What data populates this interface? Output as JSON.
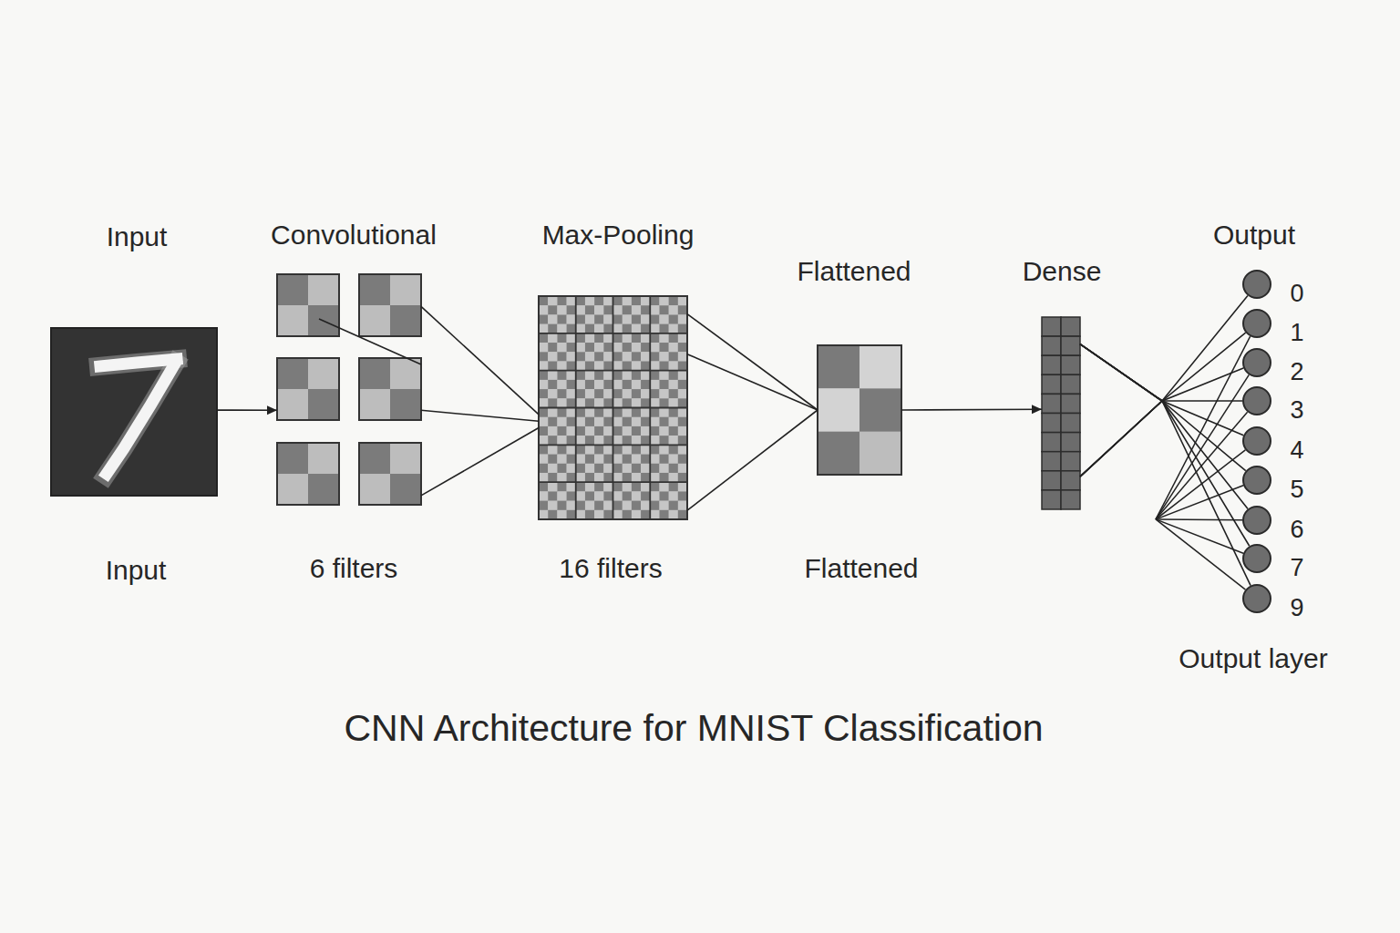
{
  "diagram": {
    "caption": "CNN Architecture for MNIST Classification",
    "nodes": [
      {
        "text": [
          "Input",
          "Input"
        ]
      },
      {
        "text": [
          "Convolutional",
          "6 filters"
        ]
      },
      {
        "text": [
          "Max-Pooling",
          "16 filters"
        ]
      },
      {
        "text": [
          "Flattened",
          "Flattened"
        ]
      },
      {
        "text": [
          "Dense"
        ]
      },
      {
        "text": [
          "0"
        ]
      },
      {
        "text": [
          "1"
        ]
      },
      {
        "text": [
          "2"
        ]
      },
      {
        "text": [
          "3"
        ]
      },
      {
        "text": [
          "4"
        ]
      },
      {
        "text": [
          "5"
        ]
      },
      {
        "text": [
          "6"
        ]
      },
      {
        "text": [
          "7"
        ]
      },
      {
        "text": [
          "9"
        ]
      }
    ],
    "edges": [
      {
        "from": 0,
        "to": 1,
        "arrow": "to"
      },
      {
        "from": 1,
        "to": 2,
        "arrow": "none"
      },
      {
        "from": 1,
        "to": 2,
        "arrow": "none"
      },
      {
        "from": 1,
        "to": 2,
        "arrow": "none"
      },
      {
        "from": 2,
        "to": 3,
        "arrow": "none"
      },
      {
        "from": 2,
        "to": 3,
        "arrow": "none"
      },
      {
        "from": 2,
        "to": 3,
        "arrow": "none"
      },
      {
        "from": 3,
        "to": 4,
        "arrow": "to"
      },
      {
        "from": 4,
        "to": 5,
        "arrow": "none"
      },
      {
        "from": 4,
        "to": 6,
        "arrow": "none"
      },
      {
        "from": 4,
        "to": 7,
        "arrow": "none"
      },
      {
        "from": 4,
        "to": 8,
        "arrow": "none"
      },
      {
        "from": 4,
        "to": 9,
        "arrow": "none"
      },
      {
        "from": 4,
        "to": 10,
        "arrow": "none"
      },
      {
        "from": 4,
        "to": 11,
        "arrow": "none"
      },
      {
        "from": 4,
        "to": 12,
        "arrow": "none"
      },
      {
        "from": 4,
        "to": 13,
        "arrow": "none"
      }
    ],
    "labels": [
      "Output",
      "Output layer"
    ]
  }
}
